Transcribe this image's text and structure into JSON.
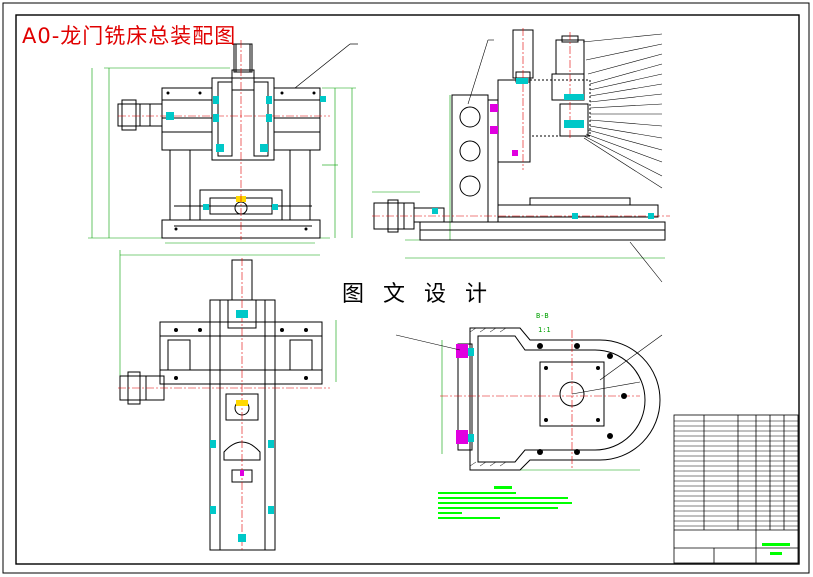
{
  "drawing": {
    "title": "A0-龙门铣床总装配图",
    "watermark": "图 文 设 计",
    "section_label": "B-B",
    "scale_label": "1:1"
  },
  "colors": {
    "frame": "#000000",
    "outline": "#000000",
    "dimension": "#00a000",
    "centerline": "#e00000",
    "highlight": "#00c8c8",
    "accent": "#e000e0",
    "notes": "#00ff00",
    "title": "#e00000"
  }
}
